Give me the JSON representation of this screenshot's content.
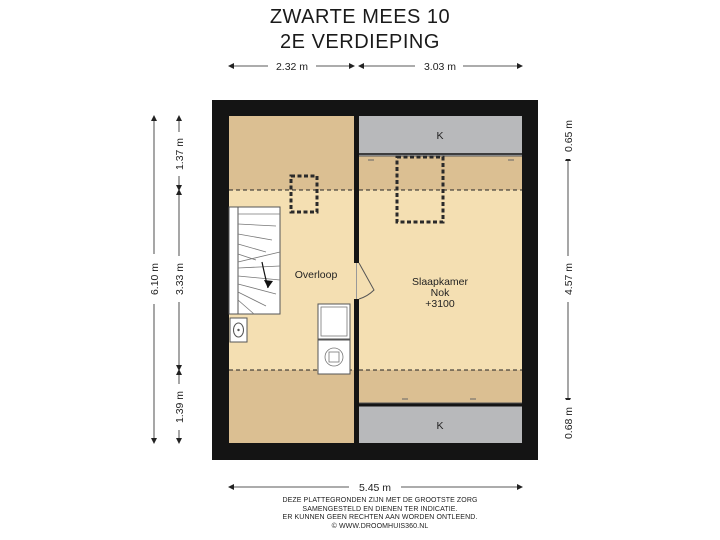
{
  "title": {
    "line1": "ZWARTE MEES 10",
    "line2": "2E VERDIEPING"
  },
  "dimensions": {
    "top_left": "2.32 m",
    "top_right": "3.03 m",
    "bottom": "5.45 m",
    "left_total": "6.10 m",
    "left_top": "1.37 m",
    "left_mid": "3.33 m",
    "left_bottom": "1.39 m",
    "right_top": "0.65 m",
    "right_mid": "4.57 m",
    "right_bottom": "0.68 m"
  },
  "rooms": {
    "overloop": "Overloop",
    "slaapkamer": "Slaapkamer",
    "nok": "Nok",
    "height": "+3100",
    "k_top": "K",
    "k_bottom": "K"
  },
  "colors": {
    "floor": "#f4dfb2",
    "slope": "#dbbf92",
    "wall": "#141414",
    "storage": "#b8b9bb"
  },
  "disclaimer": [
    "DEZE PLATTEGRONDEN ZIJN MET DE GROOTSTE ZORG",
    "SAMENGESTELD EN DIENEN TER INDICATIE.",
    "ER KUNNEN GEEN RECHTEN AAN WORDEN ONTLEEND.",
    "© WWW.DROOMHUIS360.NL"
  ]
}
